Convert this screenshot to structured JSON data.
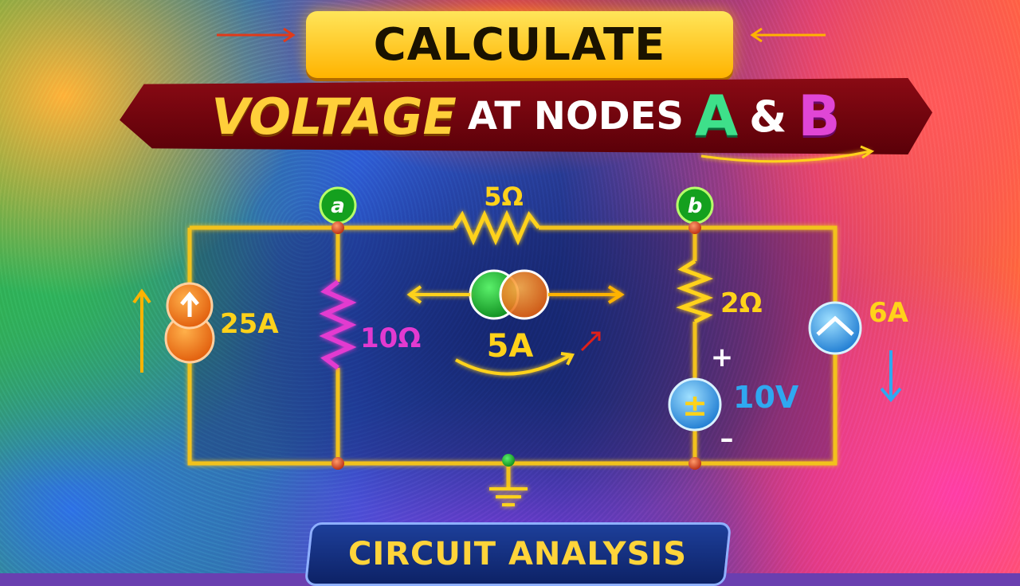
{
  "title": {
    "line1": "CALCULATE",
    "line2_voltage": "VOLTAGE",
    "line2_mid": "AT NODES",
    "line2_a": "A",
    "line2_amp": "&",
    "line2_b": "B"
  },
  "circuit": {
    "node_a": "a",
    "node_b": "b",
    "resistor_top": "5Ω",
    "resistor_left": "10Ω",
    "resistor_right": "2Ω",
    "source_left": "25A",
    "source_middle": "5A",
    "source_right": "6A",
    "voltage_source": "10V",
    "plus_sign": "+",
    "minus_sign": "–",
    "vsource_symbol": "±"
  },
  "footer": {
    "label": "CIRCUIT ANALYSIS"
  },
  "colors": {
    "wire": "#f2c21a",
    "node": "#e0452a",
    "node_badge": "#14a01e",
    "resistor_pink": "#e33ad0",
    "label_yellow": "#ffd21a",
    "current_blue": "#2fa8f0"
  }
}
